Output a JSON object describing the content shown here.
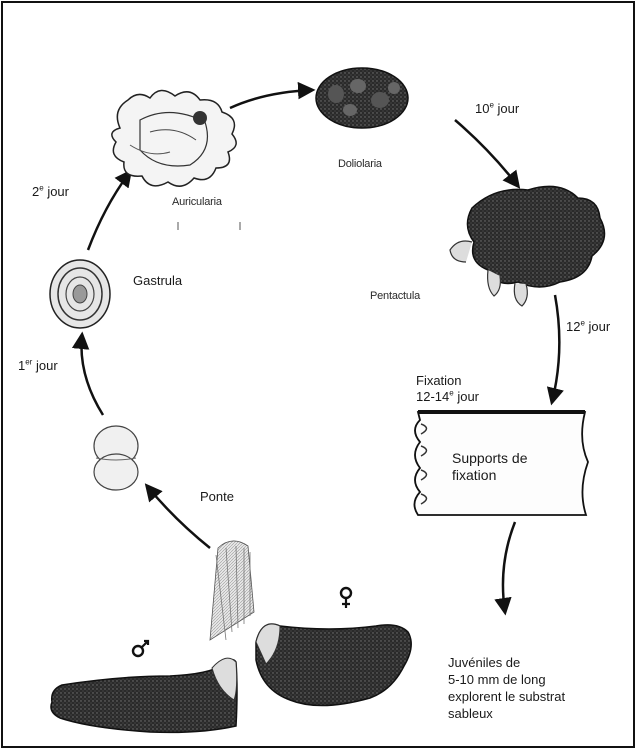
{
  "stages": {
    "auricularia": "Auricularia",
    "doliolaria": "Doliolaria",
    "pentactula": "Pentactula",
    "gastrula": "Gastrula"
  },
  "days": {
    "d2_num": "2",
    "d2_sup": "e",
    "d10_num": "10",
    "d10_sup": "e",
    "d12_num": "12",
    "d12_sup": "e",
    "d1_num": "1",
    "d1_sup": "er",
    "jour": "jour"
  },
  "fixation": {
    "title": "Fixation",
    "range_num": "12-14",
    "range_sup": "e",
    "jour": "jour",
    "support_line1": "Supports de",
    "support_line2": "fixation"
  },
  "ponte": "Ponte",
  "juveniles": {
    "line1": "Juvéniles de",
    "line2": "5-10 mm de long",
    "line3": "explorent le substrat",
    "line4": "sableux"
  }
}
